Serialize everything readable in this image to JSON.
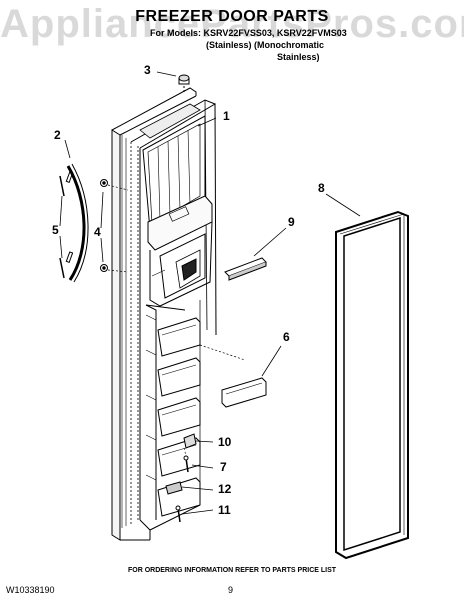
{
  "watermark": "AppliancePartsPros.com",
  "header": {
    "title": "FREEZER DOOR PARTS",
    "models_line": "For Models: KSRV22FVSS03, KSRV22FVMS03",
    "variant_1": "(Stainless)",
    "variant_2": "(Monochromatic",
    "variant_2b": "Stainless)"
  },
  "callouts": [
    "1",
    "2",
    "3",
    "4",
    "5",
    "6",
    "7",
    "8",
    "9",
    "10",
    "11",
    "12"
  ],
  "footer": {
    "ordering_info": "FOR ORDERING INFORMATION REFER TO PARTS PRICE LIST",
    "doc_number": "W10338190",
    "page_number": "9"
  }
}
